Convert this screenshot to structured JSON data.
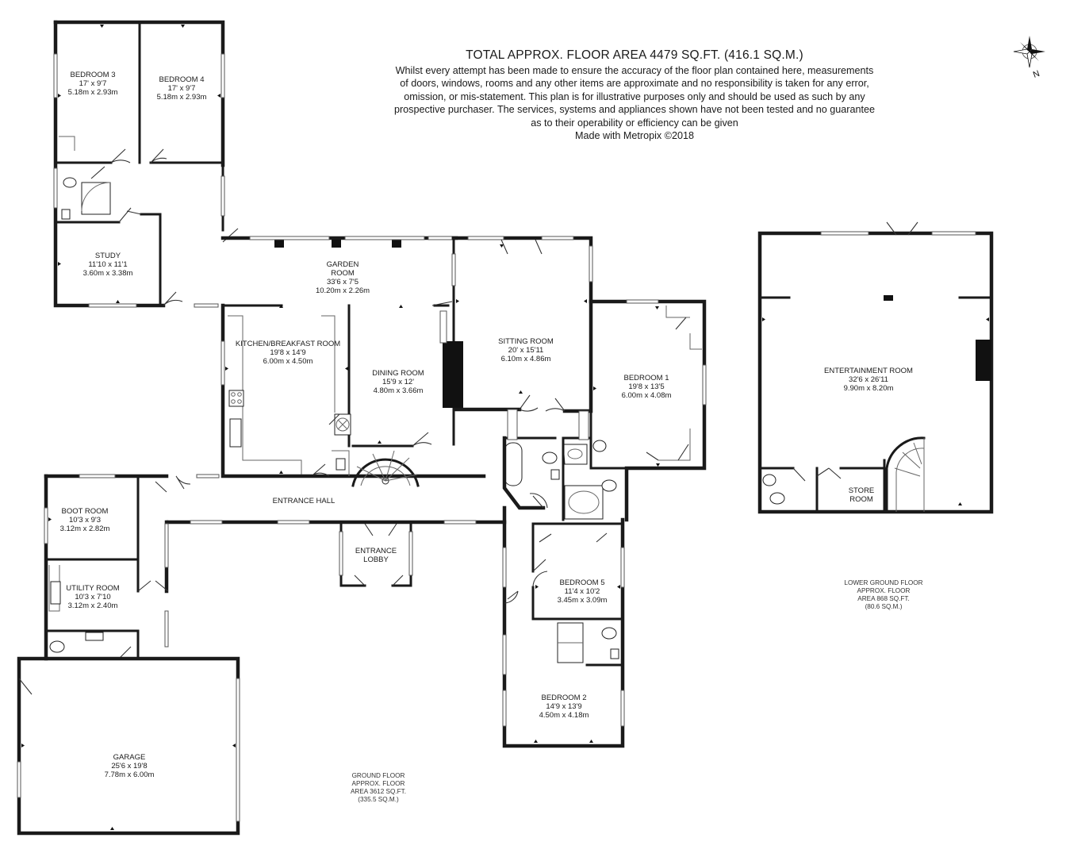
{
  "header": {
    "title": "TOTAL APPROX. FLOOR AREA 4479 SQ.FT. (416.1 SQ.M.)",
    "disclaimer_lines": [
      "Whilst every attempt has been made to ensure the accuracy of the floor plan contained here, measurements",
      "of doors, windows, rooms and any other items are approximate and no responsibility is taken for any error,",
      "omission, or mis-statement. This plan is for illustrative purposes only and should be used as such by any",
      "prospective purchaser. The services, systems and appliances shown have not been tested and no guarantee",
      "as to their operability or efficiency can be given"
    ],
    "credit": "Made with Metropix ©2018"
  },
  "compass": {
    "label": "N",
    "icon": "compass-rose-icon"
  },
  "rooms": {
    "bedroom3": {
      "name": "BEDROOM 3",
      "imperial": "17' x 9'7",
      "metric": "5.18m x 2.93m"
    },
    "bedroom4": {
      "name": "BEDROOM 4",
      "imperial": "17' x 9'7",
      "metric": "5.18m x 2.93m"
    },
    "study": {
      "name": "STUDY",
      "imperial": "11'10 x 11'1",
      "metric": "3.60m x 3.38m"
    },
    "garden_room": {
      "name_lines": [
        "GARDEN",
        "ROOM"
      ],
      "imperial": "33'6 x 7'5",
      "metric": "10.20m x 2.26m"
    },
    "kitchen": {
      "name": "KITCHEN/BREAKFAST ROOM",
      "imperial": "19'8 x 14'9",
      "metric": "6.00m x 4.50m"
    },
    "dining": {
      "name": "DINING ROOM",
      "imperial": "15'9 x 12'",
      "metric": "4.80m x 3.66m"
    },
    "sitting": {
      "name": "SITTING ROOM",
      "imperial": "20' x 15'11",
      "metric": "6.10m x 4.86m"
    },
    "bedroom1": {
      "name": "BEDROOM 1",
      "imperial": "19'8 x 13'5",
      "metric": "6.00m x 4.08m"
    },
    "entrance_hall": {
      "name": "ENTRANCE HALL"
    },
    "entrance_lobby": {
      "name_lines": [
        "ENTRANCE",
        "LOBBY"
      ]
    },
    "boot_room": {
      "name": "BOOT ROOM",
      "imperial": "10'3 x 9'3",
      "metric": "3.12m x 2.82m"
    },
    "utility_room": {
      "name": "UTILITY ROOM",
      "imperial": "10'3 x 7'10",
      "metric": "3.12m x 2.40m"
    },
    "bedroom5": {
      "name": "BEDROOM 5",
      "imperial": "11'4 x 10'2",
      "metric": "3.45m x 3.09m"
    },
    "bedroom2": {
      "name": "BEDROOM 2",
      "imperial": "14'9 x 13'9",
      "metric": "4.50m x 4.18m"
    },
    "garage": {
      "name": "GARAGE",
      "imperial": "25'6 x 19'8",
      "metric": "7.78m x 6.00m"
    },
    "entertainment": {
      "name": "ENTERTAINMENT ROOM",
      "imperial": "32'6 x 26'11",
      "metric": "9.90m x 8.20m"
    },
    "store_room": {
      "name_lines": [
        "STORE",
        "ROOM"
      ]
    }
  },
  "floors": {
    "ground": {
      "lines": [
        "GROUND FLOOR",
        "APPROX. FLOOR",
        "AREA 3612 SQ.FT.",
        "(335.5 SQ.M.)"
      ]
    },
    "lower": {
      "lines": [
        "LOWER GROUND FLOOR",
        "APPROX. FLOOR",
        "AREA 868 SQ.FT.",
        "(80.6 SQ.M.)"
      ]
    }
  }
}
